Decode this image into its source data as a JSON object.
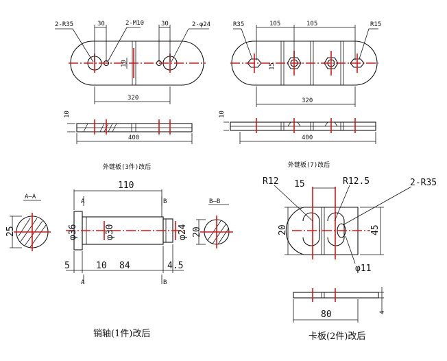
{
  "drawings": {
    "outer_plate_3": {
      "callouts": [
        "2-R35",
        "2-M10",
        "2-φ24"
      ],
      "dims": [
        "30",
        "30",
        "10",
        "320",
        "10",
        "400"
      ],
      "caption": "外链板(3件)改后"
    },
    "outer_plate_7": {
      "callouts": [
        "R35",
        "R15"
      ],
      "dims": [
        "105",
        "105",
        "15",
        "320",
        "10",
        "400"
      ],
      "caption": "外链板(7)改后"
    },
    "pin_shaft": {
      "section_a": "A—A",
      "section_b": "B—B",
      "marks": [
        "A",
        "A",
        "B",
        "B"
      ],
      "dims": [
        "110",
        "25",
        "φ36",
        "φ30",
        "φ24",
        "20",
        "5",
        "10",
        "84",
        "4.5"
      ],
      "caption": "销轴(1件)改后"
    },
    "clamp_plate": {
      "callouts": [
        "R12",
        "15",
        "R12.5",
        "2-R35",
        "φ11"
      ],
      "dims": [
        "20",
        "45",
        "80",
        "4"
      ],
      "caption": "卡板(2件)改后"
    }
  }
}
